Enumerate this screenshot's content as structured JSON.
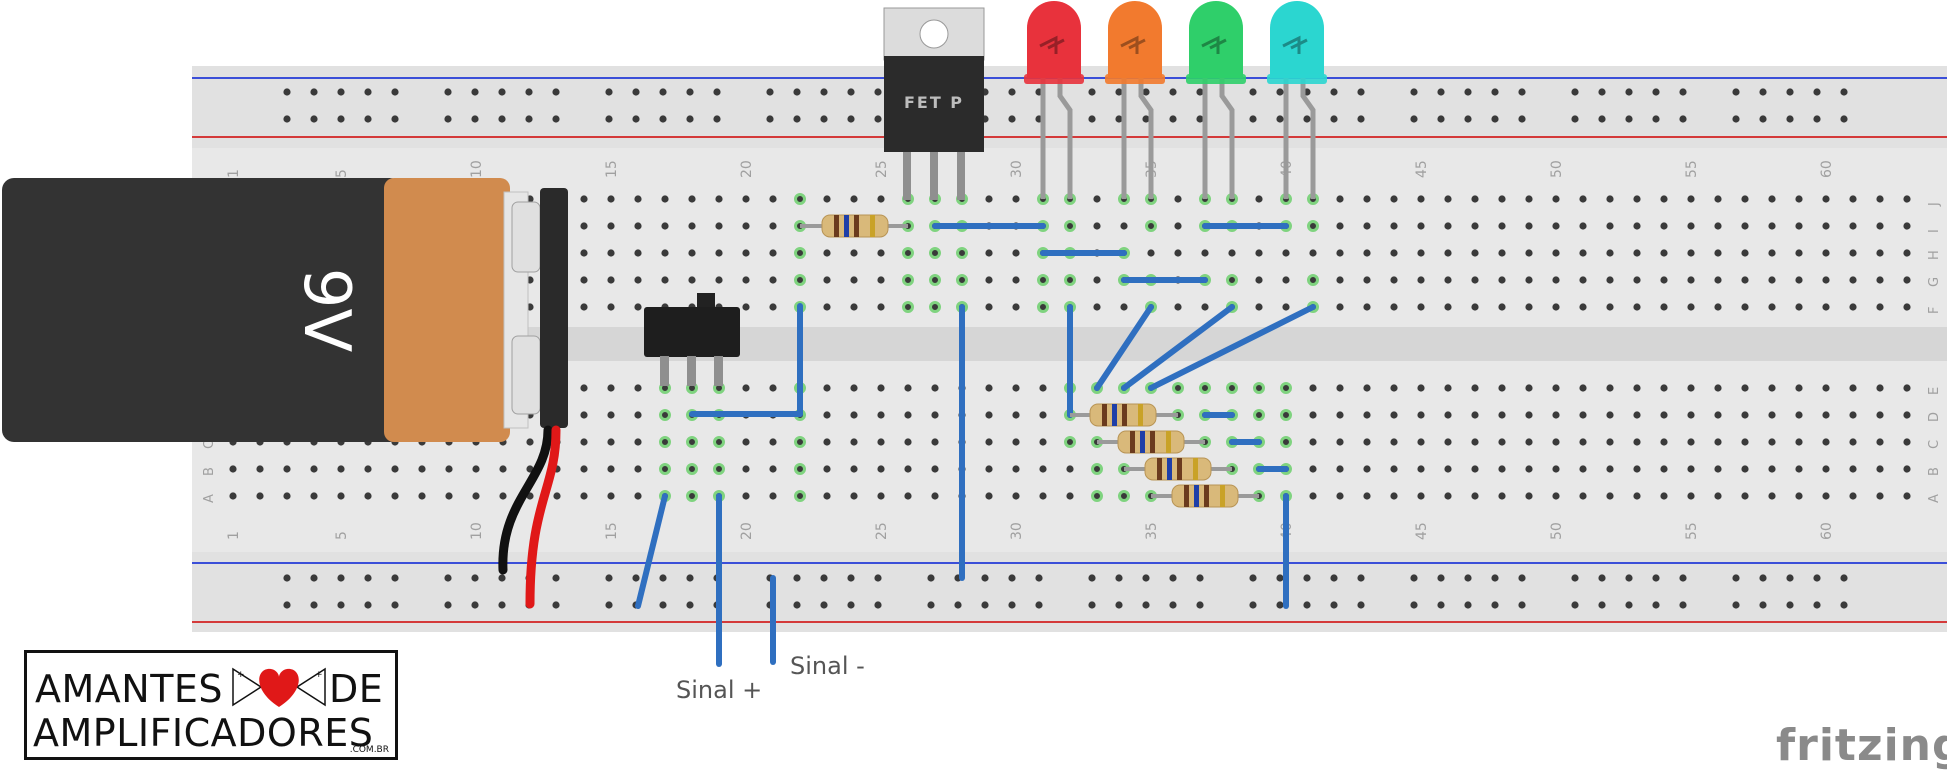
{
  "breadboard": {
    "column_numbers": [
      "1",
      "5",
      "10",
      "15",
      "20",
      "25",
      "30",
      "35",
      "40",
      "45",
      "50",
      "55",
      "60"
    ],
    "row_letters_top": [
      "J",
      "I",
      "H",
      "G",
      "F"
    ],
    "row_letters_bottom": [
      "E",
      "D",
      "C",
      "B",
      "A"
    ],
    "colors": {
      "body": "#e6e6e6",
      "rail_blue": "#3b4fd8",
      "rail_red": "#d43a3a",
      "wire": "#2f6fc0",
      "hole": "#3a3a3a",
      "hole_active": "#7fd37f"
    }
  },
  "battery": {
    "label": "9V",
    "body_color": "#333333",
    "cap_color": "#d18b4e",
    "wire_black": "#111111",
    "wire_red": "#e01818"
  },
  "transistor": {
    "label": "FET P",
    "color": "#2b2b2b"
  },
  "leds": [
    {
      "name": "red-led",
      "color": "#e8323c"
    },
    {
      "name": "orange-led",
      "color": "#f27a2e"
    },
    {
      "name": "green-led",
      "color": "#2fcf6a"
    },
    {
      "name": "cyan-led",
      "color": "#2bd6d0"
    }
  ],
  "signal_labels": {
    "positive": "Sinal +",
    "negative": "Sinal -"
  },
  "logo": {
    "line1_left": "AMANTES",
    "line1_right": "DE",
    "line2": "AMPLIFICADORES",
    "domain": ".COM.BR"
  },
  "watermark": "fritzing"
}
